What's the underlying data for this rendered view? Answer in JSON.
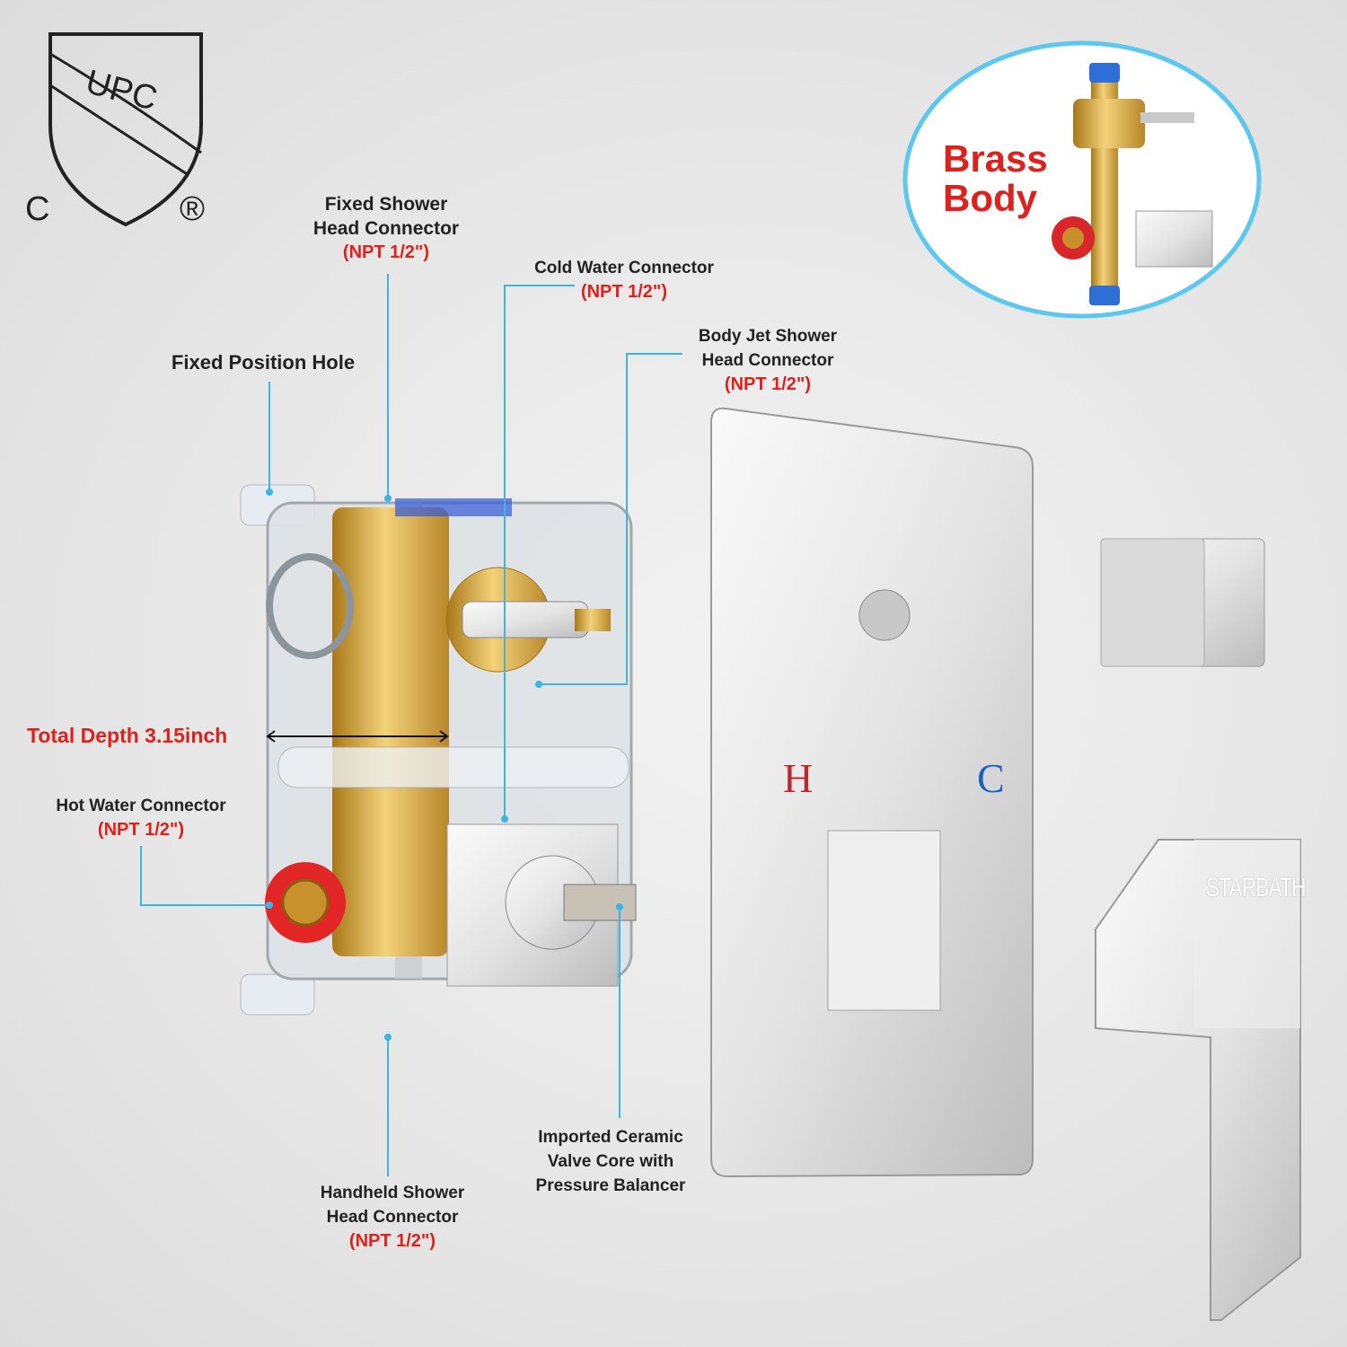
{
  "certification": {
    "mark": "UPC",
    "left": "C",
    "right": "®"
  },
  "inset": {
    "title_line1": "Brass",
    "title_line2": "Body"
  },
  "labels": {
    "fixed_shower": {
      "line1": "Fixed Shower",
      "line2": "Head Connector",
      "spec": "(NPT 1/2\")"
    },
    "cold_water": {
      "line1": "Cold Water Connector",
      "spec": "(NPT 1/2\")"
    },
    "body_jet": {
      "line1": "Body Jet Shower",
      "line2": "Head Connector",
      "spec": "(NPT 1/2\")"
    },
    "fixed_position_hole": "Fixed Position Hole",
    "total_depth": "Total Depth 3.15inch",
    "hot_water": {
      "line1": "Hot Water Connector",
      "spec": "(NPT 1/2\")"
    },
    "ceramic_core": {
      "line1": "Imported Ceramic",
      "line2": "Valve Core with",
      "line3": "Pressure Balancer"
    },
    "handheld": {
      "line1": "Handheld Shower",
      "line2": "Head Connector",
      "spec": "(NPT 1/2\")"
    }
  },
  "trim_plate": {
    "hot": "H",
    "cold": "C"
  },
  "handle": {
    "brand": "STARBATH"
  },
  "colors": {
    "leader": "#3ab5e6",
    "accent_red": "#e0201b",
    "cold_blue": "#1f5fbf",
    "brass": "#d9a93c"
  }
}
